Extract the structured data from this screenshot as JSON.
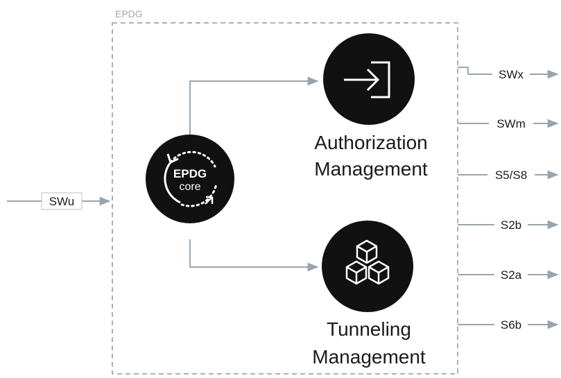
{
  "diagram": {
    "boundary_label": "EPDG",
    "core": {
      "line1": "EPDG",
      "line2": "core",
      "icon": "refresh-cycle-icon"
    },
    "authorization": {
      "line1": "Authorization",
      "line2": "Management",
      "icon": "sign-in-arrow-icon"
    },
    "tunneling": {
      "line1": "Tunneling",
      "line2": "Management",
      "icon": "cubes-icon"
    },
    "input_interface": "SWu",
    "output_interfaces": [
      "SWx",
      "SWm",
      "S5/S8",
      "S2b",
      "S2a",
      "S6b"
    ]
  },
  "colors": {
    "line": "#9aa4ad",
    "boundary": "#a9b1b8",
    "node_fill": "#111111",
    "text": "#1a1a1a"
  }
}
